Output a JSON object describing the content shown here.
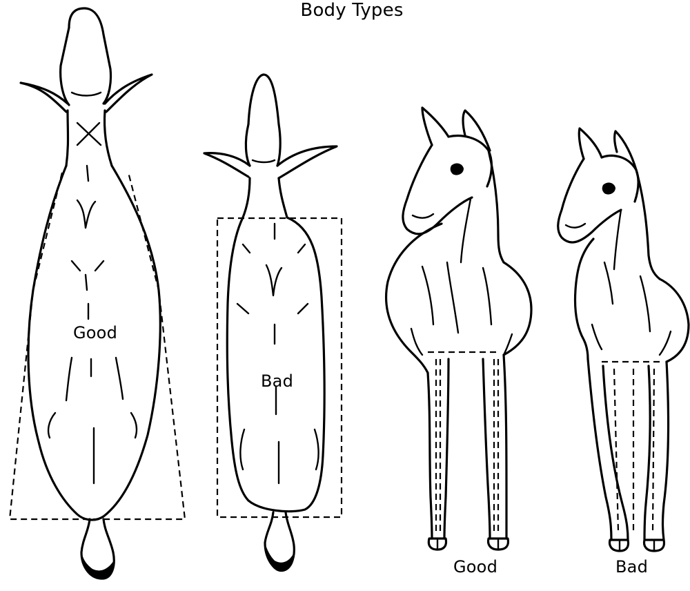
{
  "title": "Body Types",
  "labels": {
    "top_good": "Good",
    "top_bad": "Bad",
    "front_good": "Good",
    "front_bad": "Bad"
  },
  "colors": {
    "ink": "#000000",
    "background": "#ffffff"
  }
}
